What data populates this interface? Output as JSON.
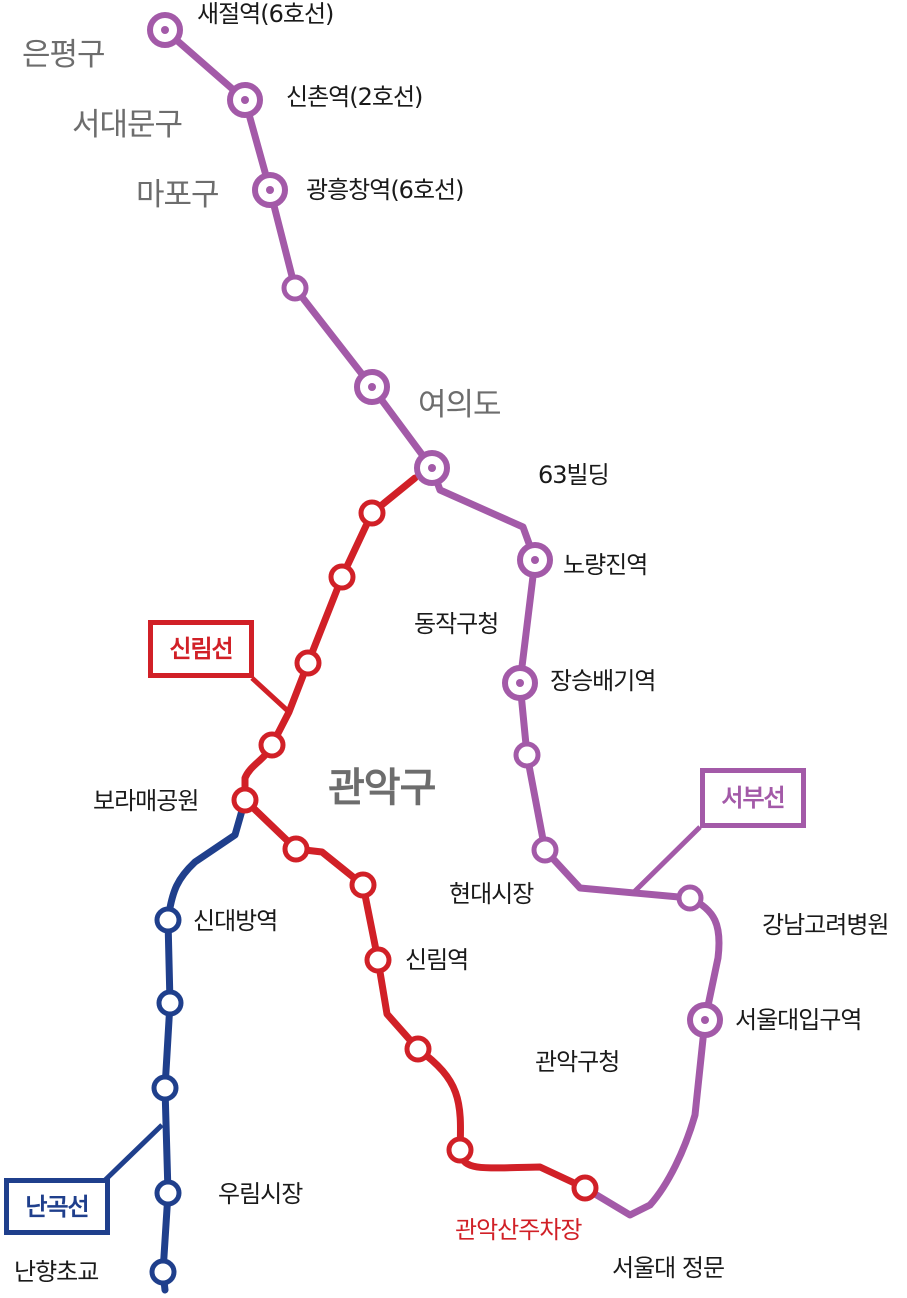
{
  "colors": {
    "seobu": "#a35aa8",
    "sillim": "#d12027",
    "nangok": "#1f3f8c",
    "district": "#6d6d6d",
    "text": "#1a1a1a"
  },
  "districts": {
    "eunpyeong": "은평구",
    "seodaemun": "서대문구",
    "mapo": "마포구",
    "yeouido": "여의도",
    "gwanak": "관악구"
  },
  "lines": {
    "seobu": "서부선",
    "sillim": "신림선",
    "nangok": "난곡선"
  },
  "stations": {
    "saejeol": "새절역(6호선)",
    "sinchon": "신촌역(2호선)",
    "gwangheungchang": "광흥창역(6호선)",
    "building63": "63빌딩",
    "noryangjin": "노량진역",
    "dongjak_office": "동작구청",
    "jangseungbaegi": "장승배기역",
    "hyundai_market": "현대시장",
    "gangnam_korea_hospital": "강남고려병원",
    "snu_entrance": "서울대입구역",
    "snu_main_gate": "서울대 정문",
    "borame_park": "보라매공원",
    "sillim_station": "신림역",
    "gwanak_office": "관악구청",
    "gwanaksan_parking": "관악산주차장",
    "sindaebang": "신대방역",
    "urim_market": "우림시장",
    "nanhyang_school": "난향초교"
  }
}
